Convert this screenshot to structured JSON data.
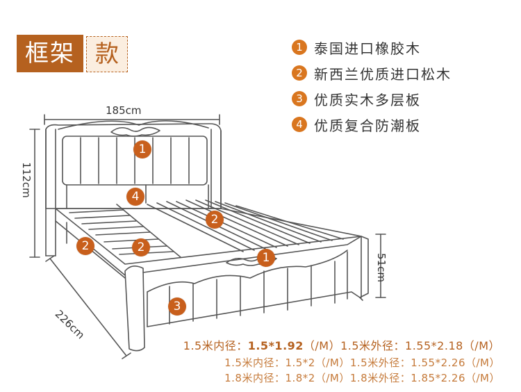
{
  "title": {
    "dark": "框架",
    "light": "款"
  },
  "legend": [
    {
      "num": "1",
      "text": "泰国进口橡胶木"
    },
    {
      "num": "2",
      "text": "新西兰优质进口松木"
    },
    {
      "num": "3",
      "text": "优质实木多层板"
    },
    {
      "num": "4",
      "text": "优质复合防潮板"
    }
  ],
  "dimensions": {
    "width": "185cm",
    "headboard_height": "112cm",
    "bed_height": "51cm",
    "length": "226cm"
  },
  "markers": [
    "1",
    "4",
    "2",
    "2",
    "2",
    "1",
    "3"
  ],
  "specs": {
    "line1_a": "1.5米内径：",
    "line1_b": "1.5*1.92",
    "line1_c": "（/M）1.5米外径：1.55*2.18（/M）",
    "line2": "1.5米内径：1.5*2（/M）1.5米外径：1.55*2.26（/M）",
    "line3": "1.8米内径：1.8*2（/M）1.8米外径：1.85*2.26（/M）"
  },
  "colors": {
    "accent": "#b5611f",
    "marker": "#c85f1c",
    "line": "#555555"
  }
}
